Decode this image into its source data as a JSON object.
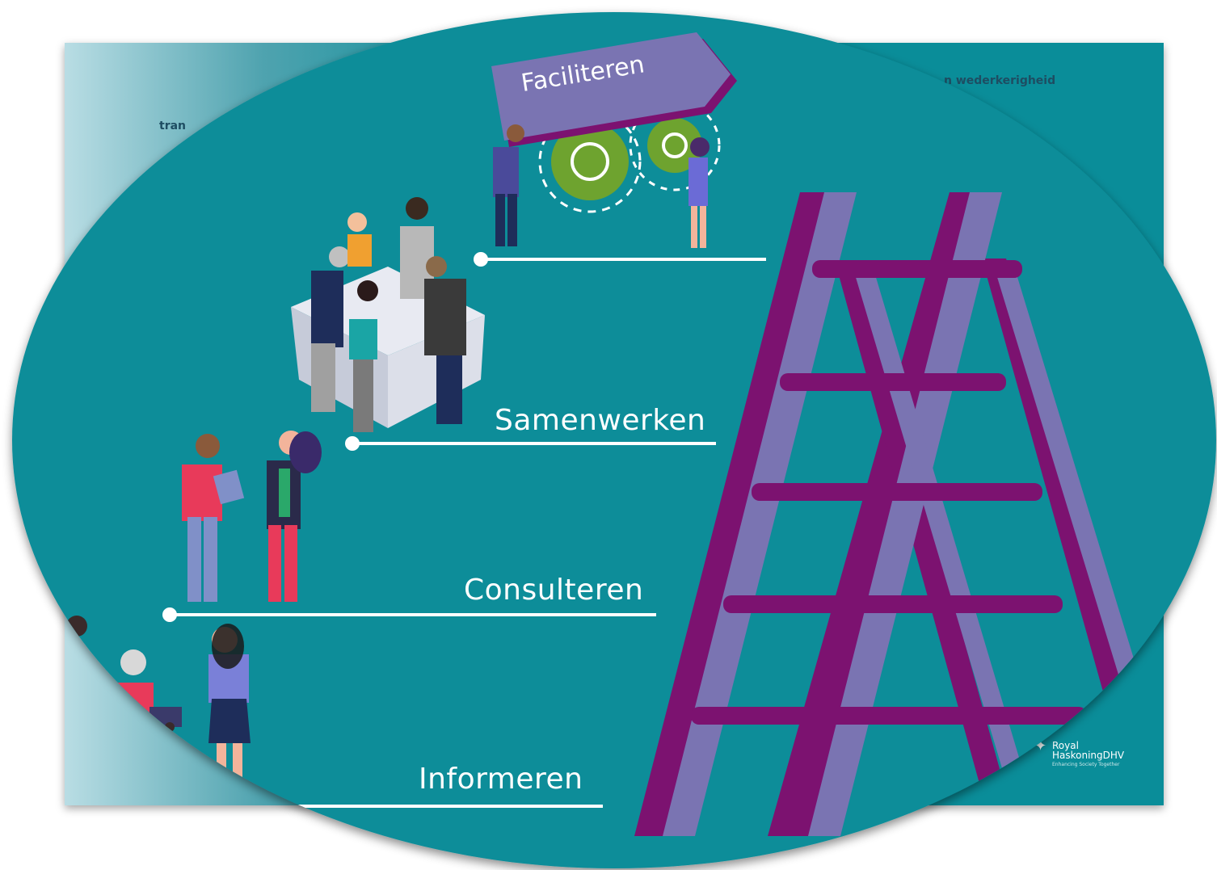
{
  "levels": [
    {
      "label": "Faciliteren"
    },
    {
      "label": "Samenwerken"
    },
    {
      "label": "Consulteren"
    },
    {
      "label": "Informeren"
    }
  ],
  "back_card": {
    "text_left": "tran",
    "text_right": "n wederkerigheid"
  },
  "logo": {
    "line1": "Royal",
    "line2": "HaskoningDHV",
    "tagline": "Enhancing Society Together"
  },
  "colors": {
    "teal": "#0a8d99",
    "ladder_dark": "#7c1270",
    "ladder_light": "#7a74b2",
    "sign": "#7a74b2",
    "gear": "#6ea32f"
  }
}
